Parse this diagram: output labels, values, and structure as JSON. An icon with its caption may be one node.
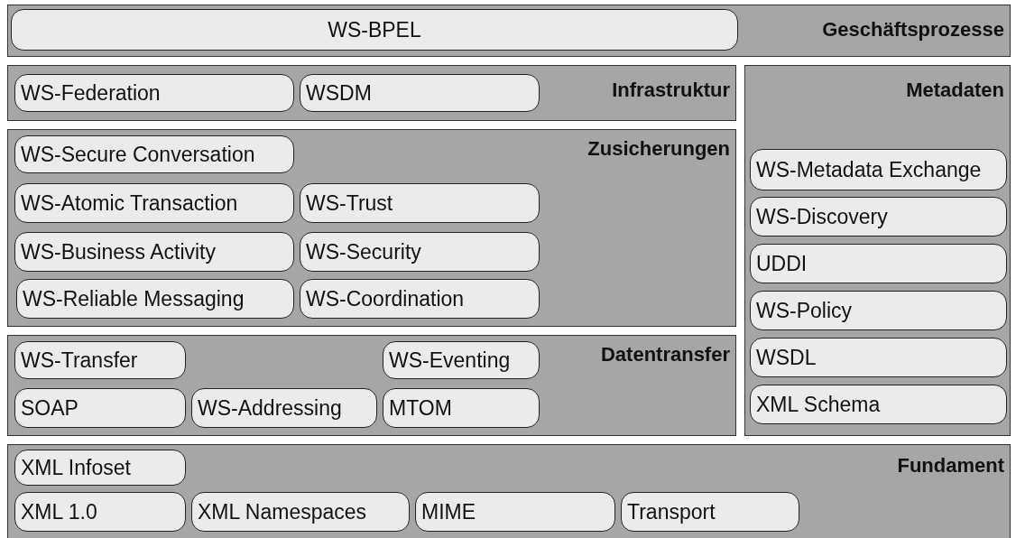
{
  "diagram": {
    "nodes": [
      {
        "text": [
          "Geschäftsprozesse"
        ]
      },
      {
        "text": [
          "WS-BPEL"
        ],
        "in": 0
      },
      {
        "text": [
          "Infrastruktur"
        ]
      },
      {
        "text": [
          "WS-Federation"
        ],
        "in": 2
      },
      {
        "text": [
          "WSDM"
        ],
        "in": 2
      },
      {
        "text": [
          "Metadaten"
        ]
      },
      {
        "text": [
          "WS-Metadata Exchange"
        ],
        "in": 5
      },
      {
        "text": [
          "WS-Discovery"
        ],
        "in": 5
      },
      {
        "text": [
          "UDDI"
        ],
        "in": 5
      },
      {
        "text": [
          "WS-Policy"
        ],
        "in": 5
      },
      {
        "text": [
          "WSDL"
        ],
        "in": 5
      },
      {
        "text": [
          "XML Schema"
        ],
        "in": 5
      },
      {
        "text": [
          "Zusicherungen"
        ]
      },
      {
        "text": [
          "WS-Secure Conversation"
        ],
        "in": 12
      },
      {
        "text": [
          "WS-Atomic Transaction"
        ],
        "in": 12
      },
      {
        "text": [
          "WS-Trust"
        ],
        "in": 12
      },
      {
        "text": [
          "WS-Business Activity"
        ],
        "in": 12
      },
      {
        "text": [
          "WS-Security"
        ],
        "in": 12
      },
      {
        "text": [
          "WS-Reliable Messaging"
        ],
        "in": 12
      },
      {
        "text": [
          "WS-Coordination"
        ],
        "in": 12
      },
      {
        "text": [
          "Datentransfer"
        ]
      },
      {
        "text": [
          "WS-Transfer"
        ],
        "in": 20
      },
      {
        "text": [
          "WS-Eventing"
        ],
        "in": 20
      },
      {
        "text": [
          "SOAP"
        ],
        "in": 20
      },
      {
        "text": [
          "WS-Addressing"
        ],
        "in": 20
      },
      {
        "text": [
          "MTOM"
        ],
        "in": 20
      },
      {
        "text": [
          "Fundament"
        ]
      },
      {
        "text": [
          "XML Infoset"
        ],
        "in": 26
      },
      {
        "text": [
          "XML 1.0"
        ],
        "in": 26
      },
      {
        "text": [
          "XML Namespaces"
        ],
        "in": 26
      },
      {
        "text": [
          "MIME"
        ],
        "in": 26
      },
      {
        "text": [
          "Transport"
        ],
        "in": 26
      }
    ],
    "edges": []
  }
}
